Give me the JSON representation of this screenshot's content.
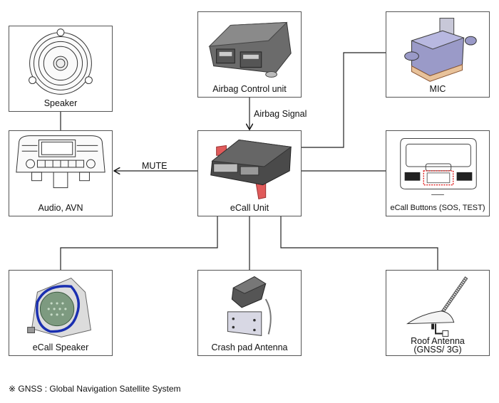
{
  "diagram": {
    "nodes": {
      "speaker": {
        "label": "Speaker"
      },
      "audio": {
        "label": "Audio, AVN"
      },
      "airbag": {
        "label": "Airbag Control unit"
      },
      "ecall_unit": {
        "label": "eCall Unit"
      },
      "mic": {
        "label": "MIC"
      },
      "ecall_buttons": {
        "label": "eCall Buttons (SOS, TEST)"
      },
      "ecall_speaker": {
        "label": "eCall Speaker"
      },
      "crash_pad_antenna": {
        "label": "Crash pad Antenna"
      },
      "roof_antenna": {
        "label_line1": "Roof Antenna",
        "label_line2": "(GNSS/ 3G)"
      }
    },
    "edges": [
      {
        "from": "speaker",
        "to": "audio",
        "label": ""
      },
      {
        "from": "airbag",
        "to": "ecall_unit",
        "label": "Airbag Signal",
        "arrow": "to"
      },
      {
        "from": "ecall_unit",
        "to": "audio",
        "label": "MUTE",
        "arrow": "to"
      },
      {
        "from": "ecall_unit",
        "to": "mic",
        "label": ""
      },
      {
        "from": "ecall_unit",
        "to": "ecall_buttons",
        "label": ""
      },
      {
        "from": "ecall_unit",
        "to": "ecall_speaker",
        "label": ""
      },
      {
        "from": "ecall_unit",
        "to": "crash_pad_antenna",
        "label": ""
      },
      {
        "from": "ecall_unit",
        "to": "roof_antenna",
        "label": ""
      }
    ],
    "edge_labels": {
      "airbag_signal": "Airbag Signal",
      "mute": "MUTE"
    },
    "footnote": "※ GNSS : Global Navigation Satellite System",
    "colors": {
      "bracket_red": "#e05a5a",
      "speaker_blue": "#1a2fb0",
      "grille_green": "#7d9a80",
      "mic_tan": "#e8c29a",
      "button_outline": "#e02020"
    }
  }
}
